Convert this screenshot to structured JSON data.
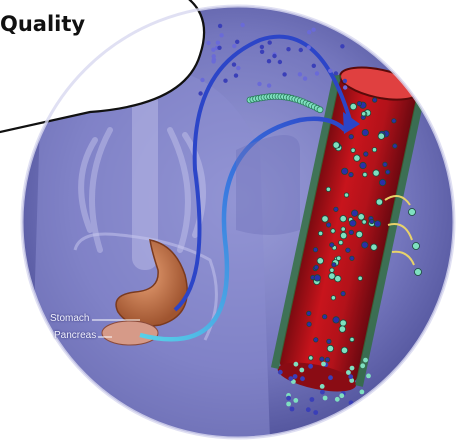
{
  "bubble": {
    "title": "Quality"
  },
  "labels": {
    "stomach": "Stomach",
    "pancreas": "Pancreas"
  },
  "colors": {
    "circle_bg": "#7d7fc3",
    "vessel_red": "#b3121a",
    "vessel_dark": "#7a0a10",
    "molecule_green": "#7fe0c0",
    "molecule_blue": "#2b2fa8",
    "arrow_blue": "#2c45c8",
    "arrow_cyan": "#58d2e8"
  }
}
